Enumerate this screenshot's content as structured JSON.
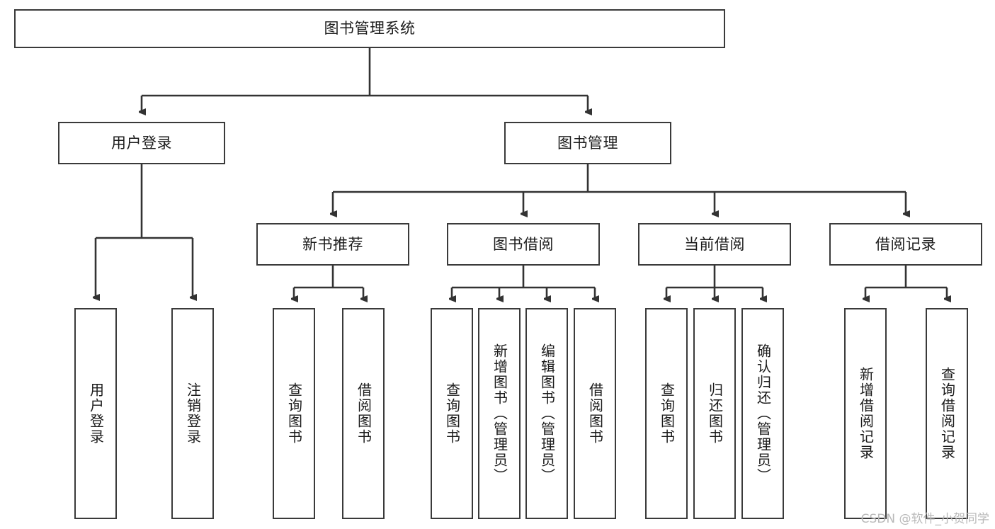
{
  "diagram": {
    "type": "tree-hierarchy-chart",
    "title": "图书管理系统",
    "root": {
      "id": "root",
      "label": "图书管理系统"
    },
    "level1": [
      {
        "id": "user-login",
        "label": "用户登录"
      },
      {
        "id": "book-manage",
        "label": "图书管理"
      }
    ],
    "level2": [
      {
        "id": "new-book-recommend",
        "label": "新书推荐",
        "parent": "book-manage"
      },
      {
        "id": "book-borrow",
        "label": "图书借阅",
        "parent": "book-manage"
      },
      {
        "id": "current-borrow",
        "label": "当前借阅",
        "parent": "book-manage"
      },
      {
        "id": "borrow-record",
        "label": "借阅记录",
        "parent": "book-manage"
      }
    ],
    "leaves": [
      {
        "id": "leaf-user-login",
        "label": "用户登录",
        "parent": "user-login"
      },
      {
        "id": "leaf-logout",
        "label": "注销登录",
        "parent": "user-login"
      },
      {
        "id": "leaf-query-book-1",
        "label": "查询图书",
        "parent": "new-book-recommend"
      },
      {
        "id": "leaf-borrow-book-1",
        "label": "借阅图书",
        "parent": "new-book-recommend"
      },
      {
        "id": "leaf-query-book-2",
        "label": "查询图书",
        "parent": "book-borrow"
      },
      {
        "id": "leaf-add-book",
        "label": "新增图书（管理员）",
        "parent": "book-borrow"
      },
      {
        "id": "leaf-edit-book",
        "label": "编辑图书（管理员）",
        "parent": "book-borrow"
      },
      {
        "id": "leaf-borrow-book-2",
        "label": "借阅图书",
        "parent": "book-borrow"
      },
      {
        "id": "leaf-query-book-3",
        "label": "查询图书",
        "parent": "current-borrow"
      },
      {
        "id": "leaf-return-book",
        "label": "归还图书",
        "parent": "current-borrow"
      },
      {
        "id": "leaf-confirm-return",
        "label": "确认归还（管理员）",
        "parent": "current-borrow"
      },
      {
        "id": "leaf-add-record",
        "label": "新增借阅记录",
        "parent": "borrow-record"
      },
      {
        "id": "leaf-query-record",
        "label": "查询借阅记录",
        "parent": "borrow-record"
      }
    ],
    "colors": {
      "node_border": "#3a3a3a",
      "node_fill": "#ffffff",
      "edge": "#333333",
      "text": "#1b1b1b",
      "background": "#ffffff",
      "watermark": "#b9b9b9"
    }
  },
  "watermark": {
    "text": "CSDN @软件_小贺同学"
  }
}
